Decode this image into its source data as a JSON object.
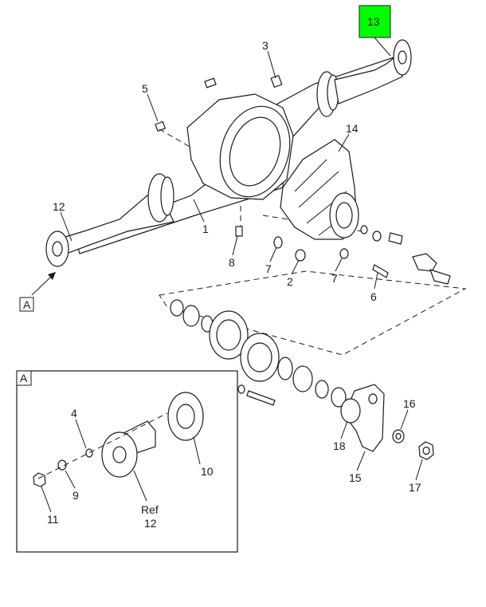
{
  "colors": {
    "highlight": "#00ff00",
    "ink": "#1a1a1a",
    "background": "#ffffff"
  },
  "callouts": {
    "c1": "1",
    "c2": "2",
    "c3": "3",
    "c4": "4",
    "c5": "5",
    "c6": "6",
    "c7a": "7",
    "c7b": "7",
    "c8": "8",
    "c9": "9",
    "c10": "10",
    "c11": "11",
    "c12": "12",
    "c13": "13",
    "c14": "14",
    "c15": "15",
    "c16": "16",
    "c17": "17",
    "c18": "18",
    "ref": "Ref",
    "ref12": "12"
  },
  "view_label": "A",
  "inset_label": "A",
  "highlighted_part": "13"
}
